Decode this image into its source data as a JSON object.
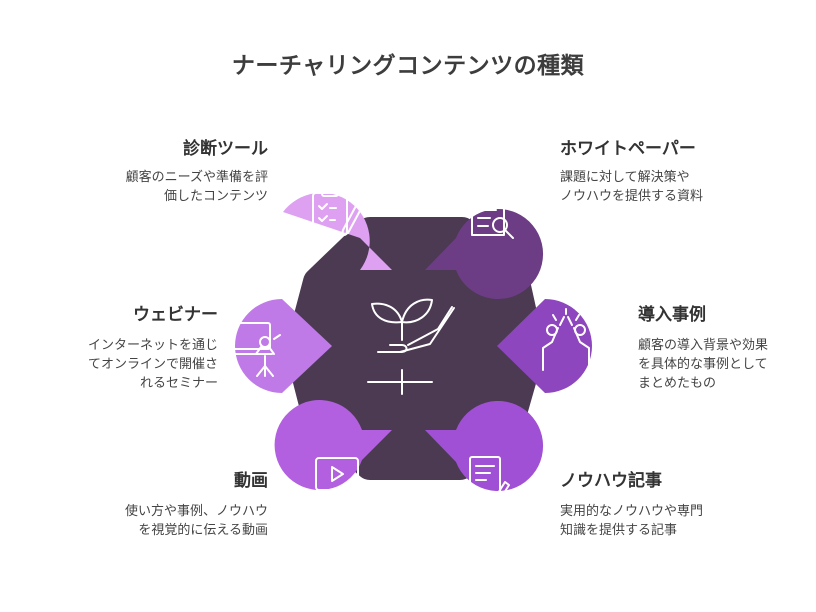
{
  "title": "ナーチャリングコンテンツの種類",
  "center": {
    "icon": "sprout-hand-icon"
  },
  "items": [
    {
      "heading": "診断ツール",
      "desc": [
        "顧客のニーズや準備を評",
        "価したコンテンツ"
      ],
      "icon": "clipboard-pen-icon",
      "color": "#dea1f2"
    },
    {
      "heading": "ウェビナー",
      "desc": [
        "インターネットを通じ",
        "てオンラインで開催さ",
        "れるセミナー"
      ],
      "icon": "presenter-icon",
      "color": "#c07ae8"
    },
    {
      "heading": "動画",
      "desc": [
        "使い方や事例、ノウハウ",
        "を視覚的に伝える動画"
      ],
      "icon": "video-player-icon",
      "color": "#b25fe0"
    },
    {
      "heading": "ホワイトペーパー",
      "desc": [
        "課題に対して解決策や",
        "ノウハウを提供する資料"
      ],
      "icon": "document-search-icon",
      "color": "#6c3d84"
    },
    {
      "heading": "導入事例",
      "desc": [
        "顧客の導入背景や効果",
        "を具体的な事例として",
        "まとめたもの"
      ],
      "icon": "high-five-icon",
      "color": "#8d46bd"
    },
    {
      "heading": "ノウハウ記事",
      "desc": [
        "実用的なノウハウや専門",
        "知識を提供する記事"
      ],
      "icon": "article-writing-icon",
      "color": "#a050d4"
    }
  ],
  "colors": {
    "center": "#4b3a52",
    "icon_stroke": "#ffffff"
  }
}
